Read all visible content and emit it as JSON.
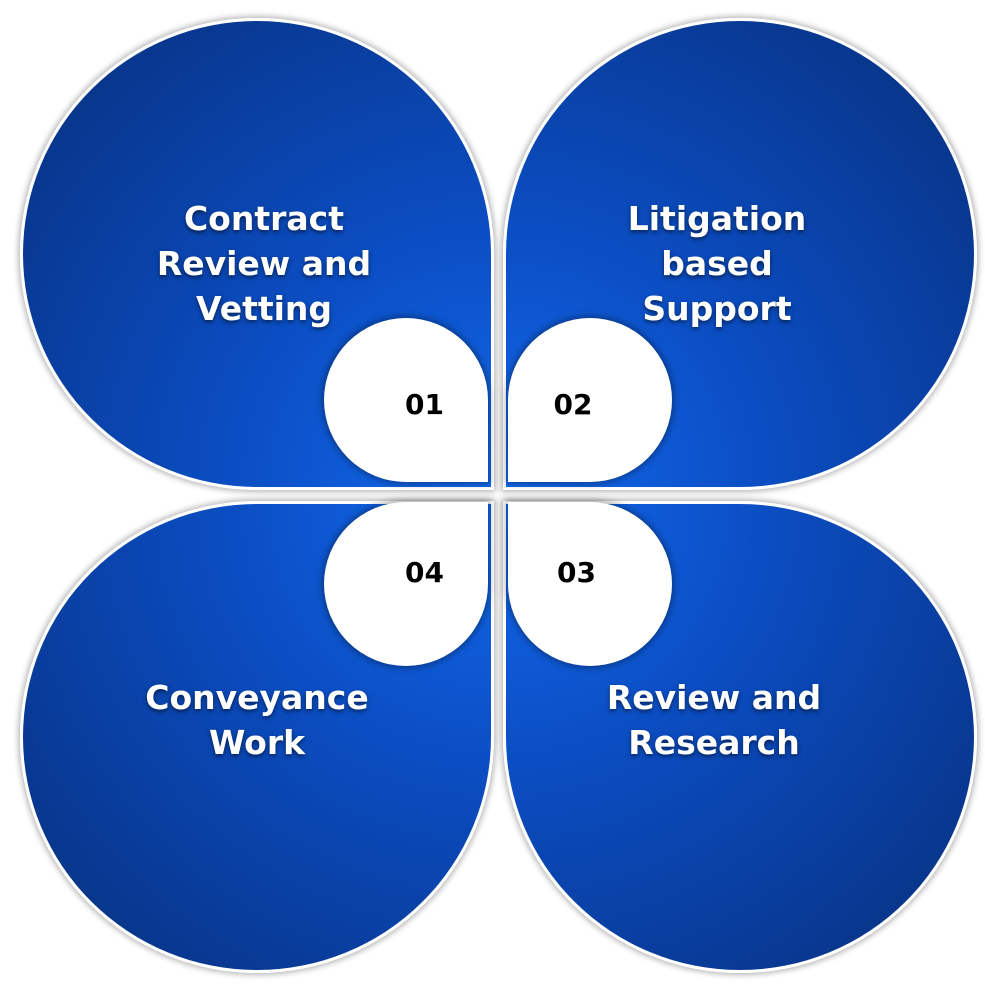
{
  "diagram": {
    "items": [
      {
        "number": "01",
        "lines": [
          "Contract",
          "Review and",
          "Vetting"
        ]
      },
      {
        "number": "02",
        "lines": [
          "Litigation",
          "based",
          "Support"
        ]
      },
      {
        "number": "03",
        "lines": [
          "Review and",
          "Research"
        ]
      },
      {
        "number": "04",
        "lines": [
          "Conveyance",
          "Work"
        ]
      }
    ]
  },
  "colors": {
    "petal_light": "#1269ee",
    "petal_mid": "#0b4dc2",
    "petal_dark": "#072f7c",
    "number_badge": "#ffffff",
    "label_text": "#ffffff",
    "number_text": "#000000"
  }
}
